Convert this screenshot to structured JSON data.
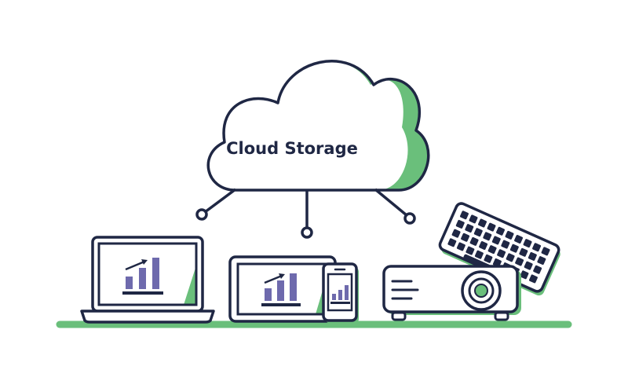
{
  "cloud": {
    "label": "Cloud Storage"
  },
  "devices": [
    {
      "name": "laptop",
      "chart_bars": 3,
      "trend_arrow": true
    },
    {
      "name": "tablet",
      "chart_bars": 3,
      "trend_arrow": true
    },
    {
      "name": "smartphone",
      "chart_bars": 3,
      "trend_arrow": false
    },
    {
      "name": "projector",
      "lens": true
    },
    {
      "name": "keyboard",
      "keys": true
    }
  ],
  "icons": [
    "cloud-icon",
    "laptop-icon",
    "tablet-icon",
    "smartphone-icon",
    "projector-icon",
    "keyboard-icon",
    "bar-chart-icon",
    "trend-arrow-icon"
  ],
  "colors": {
    "outline": "#1f2744",
    "accent_green": "#6abf7b",
    "chart_purple": "#6e6aad",
    "background": "#ffffff"
  }
}
